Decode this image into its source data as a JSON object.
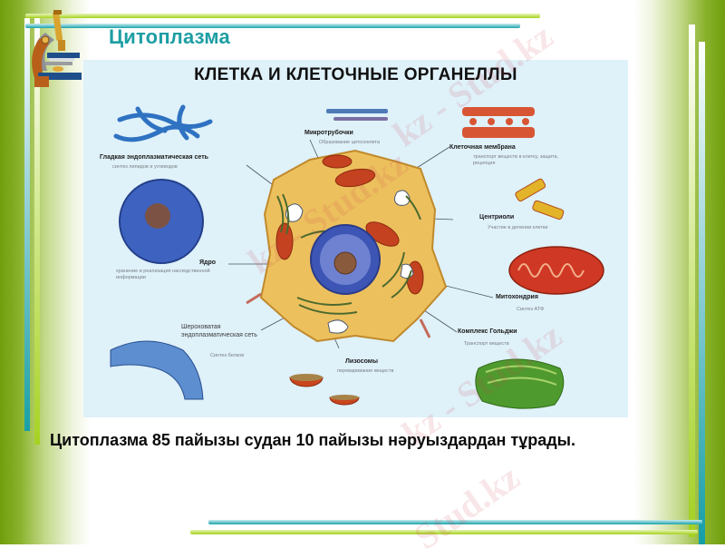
{
  "slide": {
    "title": "Цитоплазма",
    "body_text": "Цитоплазма 85 пайызы судан 10 пайызы нәруыздардан тұрады.",
    "accent_colors": {
      "title_teal": "#1d9ea3",
      "frame_green": "#6f9e0c",
      "line_lime": "#a6d21e",
      "line_teal": "#1ba3ac"
    }
  },
  "poster": {
    "title": "КЛЕТКА И КЛЕТОЧНЫЕ ОРГАНЕЛЛЫ",
    "labels": [
      {
        "id": "smooth-er",
        "name": "Гладкая эндоплазматическая сеть",
        "desc": "синтез липидов и углеводов"
      },
      {
        "id": "microtubules",
        "name": "Микротрубочки",
        "desc": "Образование цитоскелета"
      },
      {
        "id": "cell-membrane",
        "name": "Клеточная мембрана",
        "desc": "транспорт веществ в клетку, защита, рецепция"
      },
      {
        "id": "centrioles",
        "name": "Центриоли",
        "desc": "Участие в делении клетки"
      },
      {
        "id": "nucleus",
        "name": "Ядро",
        "desc": "хранение и реализация наследственной информации"
      },
      {
        "id": "mitochondria",
        "name": "Митохондрия",
        "desc": "Синтез АТФ"
      },
      {
        "id": "rough-er",
        "name": "Шероховатая эндоплазматическая сеть",
        "desc": "Синтез белков"
      },
      {
        "id": "golgi",
        "name": "Комплекс Гольджи",
        "desc": "Транспорт веществ"
      },
      {
        "id": "lysosomes",
        "name": "Лизосомы",
        "desc": "переваривание веществ"
      }
    ]
  },
  "watermark": {
    "text": "Stud.kz",
    "text_alt": "kz - Stud.kz"
  }
}
